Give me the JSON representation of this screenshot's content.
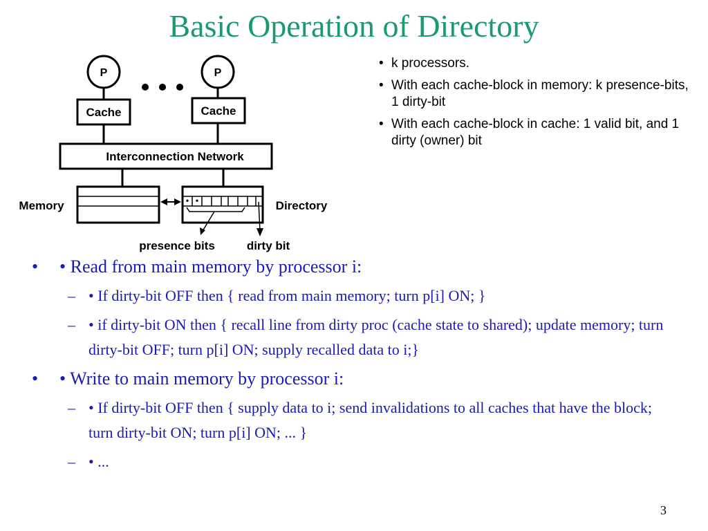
{
  "title": "Basic Operation of Directory",
  "diagram": {
    "processor_label": "P",
    "ellipsis": "• • •",
    "cache_label": "Cache",
    "network_label": "Interconnection Network",
    "memory_label": "Memory",
    "directory_label": "Directory",
    "presence_bits_label": "presence bits",
    "dirty_bit_label": "dirty bit",
    "dir_dot": "•"
  },
  "right_bullets": {
    "marker": "•",
    "items": [
      "k processors.",
      "With each cache-block in memory: k presence-bits, 1 dirty-bit",
      "With each cache-block in cache:    1 valid bit, and 1 dirty (owner) bit"
    ]
  },
  "main": {
    "marker1": "•",
    "marker2": "–",
    "read_heading": "• Read from main memory by processor i:",
    "read_items": [
      "• If dirty-bit OFF then { read from main memory; turn p[i] ON; }",
      "• if dirty-bit ON   then { recall line from dirty proc (cache state to shared); update memory; turn dirty-bit OFF; turn p[i] ON; supply recalled data to i;}"
    ],
    "write_heading": "• Write to main memory by processor i:",
    "write_items": [
      "• If dirty-bit OFF then { supply data to i; send invalidations to all caches that have the block; turn dirty-bit ON; turn p[i] ON; ... }",
      "• ..."
    ]
  },
  "page_number": "3",
  "colors": {
    "title": "#1a9b6c",
    "body_text": "#1a1ab4",
    "diagram": "#000000"
  }
}
